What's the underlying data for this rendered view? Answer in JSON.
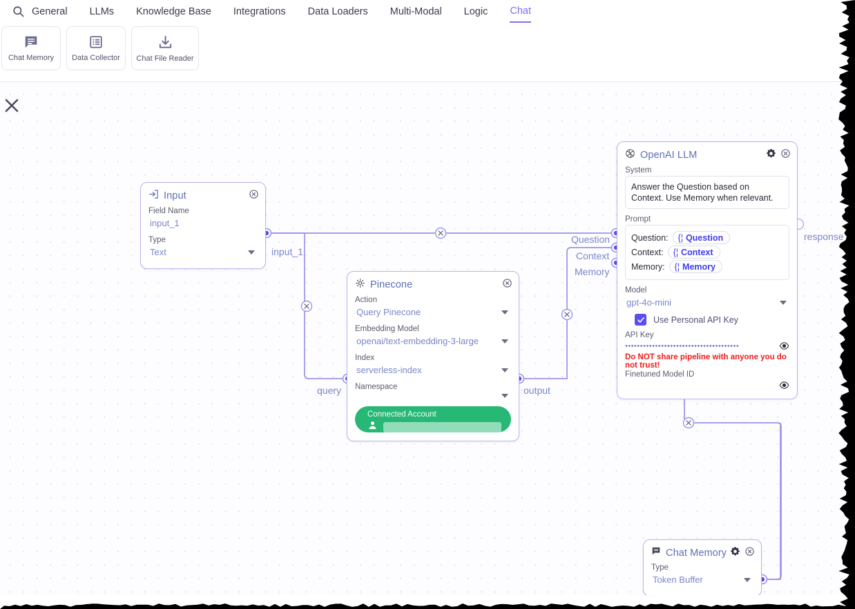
{
  "header": {
    "search_icon": "search-icon",
    "tabs": [
      {
        "label": "General",
        "active": false
      },
      {
        "label": "LLMs",
        "active": false
      },
      {
        "label": "Knowledge Base",
        "active": false
      },
      {
        "label": "Integrations",
        "active": false
      },
      {
        "label": "Data Loaders",
        "active": false
      },
      {
        "label": "Multi-Modal",
        "active": false
      },
      {
        "label": "Logic",
        "active": false
      },
      {
        "label": "Chat",
        "active": true
      }
    ],
    "palette": [
      {
        "label": "Chat Memory",
        "icon": "chat-bubble-icon"
      },
      {
        "label": "Data Collector",
        "icon": "list-table-icon"
      },
      {
        "label": "Chat File Reader",
        "icon": "download-icon"
      }
    ],
    "accent_color": "#7b6ef6"
  },
  "canvas": {
    "close_button": "close-canvas-button",
    "grid": "dot-grid"
  },
  "nodes": {
    "input": {
      "title": "Input",
      "icon": "input-arrow-icon",
      "fields": [
        {
          "label": "Field Name",
          "value": "input_1",
          "type": "text"
        },
        {
          "label": "Type",
          "value": "Text",
          "type": "select"
        }
      ],
      "output_label": "input_1"
    },
    "pinecone": {
      "title": "Pinecone",
      "icon": "pinecone-gear-icon",
      "fields": [
        {
          "label": "Action",
          "value": "Query Pinecone",
          "type": "select"
        },
        {
          "label": "Embedding Model",
          "value": "openai/text-embedding-3-large",
          "type": "select"
        },
        {
          "label": "Index",
          "value": "serverless-index",
          "type": "select"
        },
        {
          "label": "Namespace",
          "value": "",
          "type": "select"
        }
      ],
      "connected_account": {
        "label": "Connected Account",
        "value": ""
      },
      "input_label": "query",
      "output_label": "output",
      "account_color": "#27b875"
    },
    "llm": {
      "title": "OpenAI LLM",
      "icon": "openai-logo-icon",
      "system_label": "System",
      "system_value": "Answer the Question based on Context. Use Memory when relevant.",
      "prompt_label": "Prompt",
      "prompt_rows": [
        {
          "key": "Question:",
          "chip": "Question"
        },
        {
          "key": "Context:",
          "chip": "Context"
        },
        {
          "key": "Memory:",
          "chip": "Memory"
        }
      ],
      "model_label": "Model",
      "model_value": "gpt-4o-mini",
      "personal_key_label": "Use Personal API Key",
      "personal_key_checked": true,
      "api_key_label": "API Key",
      "api_key_masked": "••••••••••••••••••••••••••••••••••••••",
      "warning": "Do NOT share pipeline with anyone you do not trust!",
      "finetuned_label": "Finetuned Model ID",
      "finetuned_value": "",
      "input_labels": [
        "Question",
        "Context",
        "Memory"
      ],
      "output_label": "response",
      "warning_color": "#f01a1a"
    },
    "chat_memory": {
      "title": "Chat Memory",
      "icon": "chat-bubble-icon",
      "fields": [
        {
          "label": "Type",
          "value": "Token Buffer",
          "type": "select"
        }
      ]
    }
  },
  "edge_labels": {
    "input_1": "input_1",
    "query": "query",
    "output": "output",
    "question": "Question",
    "context": "Context",
    "memory": "Memory",
    "response": "response"
  },
  "colors": {
    "edge": "#9a93ea",
    "node_border": "#b9b4f0",
    "node_title": "#5e6fb5",
    "field_value": "#7a86c9",
    "field_label": "#5a5a6e"
  }
}
